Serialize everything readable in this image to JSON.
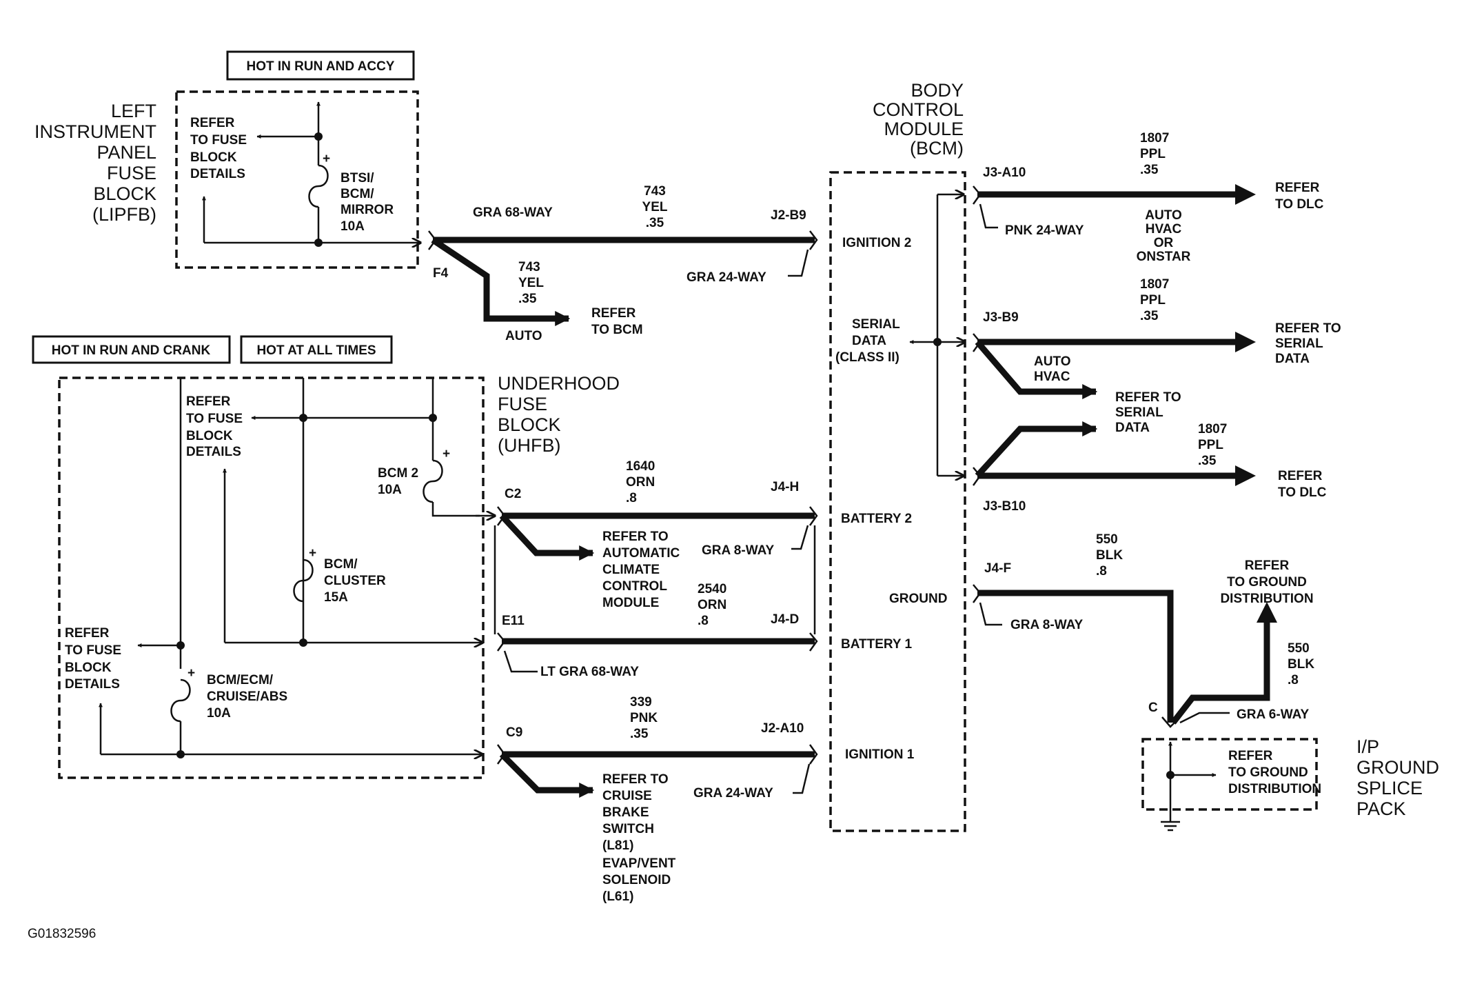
{
  "labels": {
    "lipfb_title": [
      "LEFT",
      "INSTRUMENT",
      "PANEL",
      "FUSE",
      "BLOCK",
      "(LIPFB)"
    ],
    "uhfb_title": [
      "UNDERHOOD",
      "FUSE",
      "BLOCK",
      "(UHFB)"
    ],
    "bcm_title": [
      "BODY",
      "CONTROL",
      "MODULE",
      "(BCM)"
    ],
    "ground_splice_title": [
      "I/P",
      "GROUND",
      "SPLICE",
      "PACK"
    ],
    "hot_run_accy": "HOT IN RUN AND ACCY",
    "hot_run_crank": "HOT IN RUN AND CRANK",
    "hot_all_times": "HOT AT ALL TIMES",
    "figure_id": "G01832596"
  },
  "fuses": {
    "btsi": [
      "BTSI/",
      "BCM/",
      "MIRROR",
      "10A"
    ],
    "bcm2": [
      "BCM 2",
      "10A"
    ],
    "bcm_cluster": [
      "BCM/",
      "CLUSTER",
      "15A"
    ],
    "bcm_ecm": [
      "BCM/ECM/",
      "CRUISE/ABS",
      "10A"
    ]
  },
  "refer": {
    "fuse_block_details": [
      "REFER",
      "TO FUSE",
      "BLOCK",
      "DETAILS"
    ],
    "bcm": [
      "REFER",
      "TO BCM"
    ],
    "auto_climate": [
      "REFER TO",
      "AUTOMATIC",
      "CLIMATE",
      "CONTROL",
      "MODULE"
    ],
    "cruise": [
      "REFER TO",
      "CRUISE",
      "BRAKE",
      "SWITCH",
      "(L81)",
      "EVAP/VENT",
      "SOLENOID",
      "(L61)"
    ],
    "dlc": [
      "REFER",
      "TO DLC"
    ],
    "serial_data": [
      "REFER TO",
      "SERIAL",
      "DATA"
    ],
    "ground_distribution": [
      "REFER",
      "TO GROUND",
      "DISTRIBUTION"
    ]
  },
  "bcm_pins": {
    "ignition2": "IGNITION 2",
    "serial_data": [
      "SERIAL",
      "DATA",
      "(CLASS II)"
    ],
    "battery2": "BATTERY 2",
    "ground": "GROUND",
    "battery1": "BATTERY 1",
    "ignition1": "IGNITION 1"
  },
  "connectors": {
    "f4": "F4",
    "gra68": "GRA 68-WAY",
    "j2b9": "J2-B9",
    "gra24_a": "GRA 24-WAY",
    "c2": "C2",
    "j4h": "J4-H",
    "gra8_a": "GRA 8-WAY",
    "e11": "E11",
    "j4d": "J4-D",
    "ltgra68": "LT GRA 68-WAY",
    "c9": "C9",
    "j2a10": "J2-A10",
    "gra24_b": "GRA 24-WAY",
    "j3a10": "J3-A10",
    "pnk24": "PNK 24-WAY",
    "j3b9": "J3-B9",
    "j3b10": "J3-B10",
    "j4f": "J4-F",
    "gra8_b": "GRA 8-WAY",
    "c": "C",
    "gra6": "GRA 6-WAY"
  },
  "wires": {
    "w743_main": [
      "743",
      "YEL",
      ".35"
    ],
    "w743_branch": [
      "743",
      "YEL",
      ".35"
    ],
    "w1640": [
      "1640",
      "ORN",
      ".8"
    ],
    "w2540": [
      "2540",
      "ORN",
      ".8"
    ],
    "w339": [
      "339",
      "PNK",
      ".35"
    ],
    "w1807_a": [
      "1807",
      "PPL",
      ".35"
    ],
    "w1807_b": [
      "1807",
      "PPL",
      ".35"
    ],
    "w1807_c": [
      "1807",
      "PPL",
      ".35"
    ],
    "w550_a": [
      "550",
      "BLK",
      ".8"
    ],
    "w550_b": [
      "550",
      "BLK",
      ".8"
    ]
  },
  "options": {
    "auto": "AUTO",
    "auto_hvac_onstar": [
      "AUTO",
      "HVAC",
      "OR",
      "ONSTAR"
    ],
    "auto_hvac": [
      "AUTO",
      "HVAC"
    ]
  }
}
